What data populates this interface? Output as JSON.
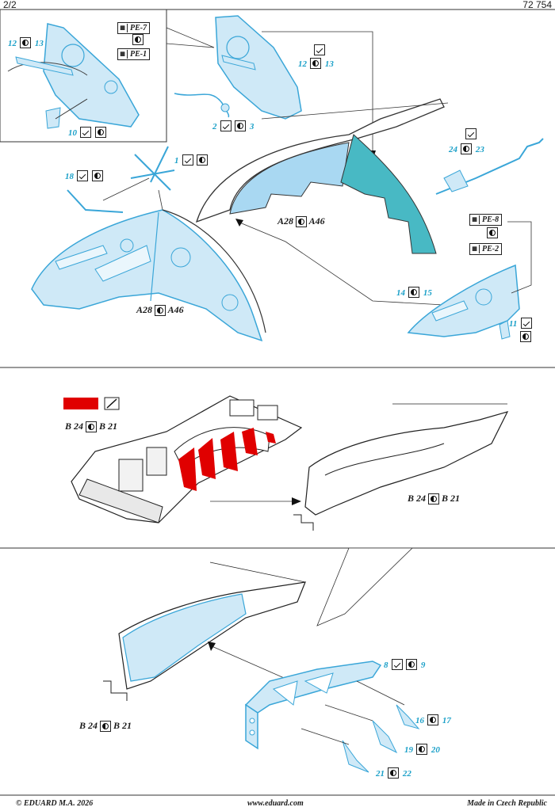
{
  "header": {
    "page": "2/2",
    "kit_no": "72 754"
  },
  "pe_refs": {
    "pe7": "PE-7",
    "pe1": "PE-1",
    "pe8": "PE-8",
    "pe2": "PE-2"
  },
  "parts": {
    "p12a": "12",
    "p13a": "13",
    "p10": "10",
    "p12b": "12",
    "p13b": "13",
    "p2": "2",
    "p3": "3",
    "p1": "1",
    "p18": "18",
    "p24": "24",
    "p23": "23",
    "p14": "14",
    "p15": "15",
    "p11": "11",
    "p8": "8",
    "p9": "9",
    "p16": "16",
    "p17": "17",
    "p19": "19",
    "p20": "20",
    "p21": "21",
    "p22": "22"
  },
  "kit_parts": {
    "a28_a": "A28",
    "a46_a": "A46",
    "a28_b": "A28",
    "a46_b": "A46",
    "b24_a": "B 24",
    "b21_a": "B 21",
    "b24_b": "B 24",
    "b21_b": "B 21",
    "b24_c": "B 24",
    "b21_c": "B 21"
  },
  "footer": {
    "copyright": "© EDUARD  M.A. 2026",
    "website": "www.eduard.com",
    "made_in": "Made in Czech Republic"
  },
  "colors": {
    "etch_blue": "#cfe9f7",
    "etch_outline": "#3aa6d8",
    "film_light": "#a9d8f2",
    "film_teal": "#48b9c4",
    "paint_red": "#e00000",
    "number_blue": "#1ba0c8"
  },
  "icons": {
    "bend": "tick-bend-icon",
    "side": "yin-yang-side-icon",
    "pe_sheet": "pe-sheet-icon",
    "brush": "paintbrush-icon"
  }
}
